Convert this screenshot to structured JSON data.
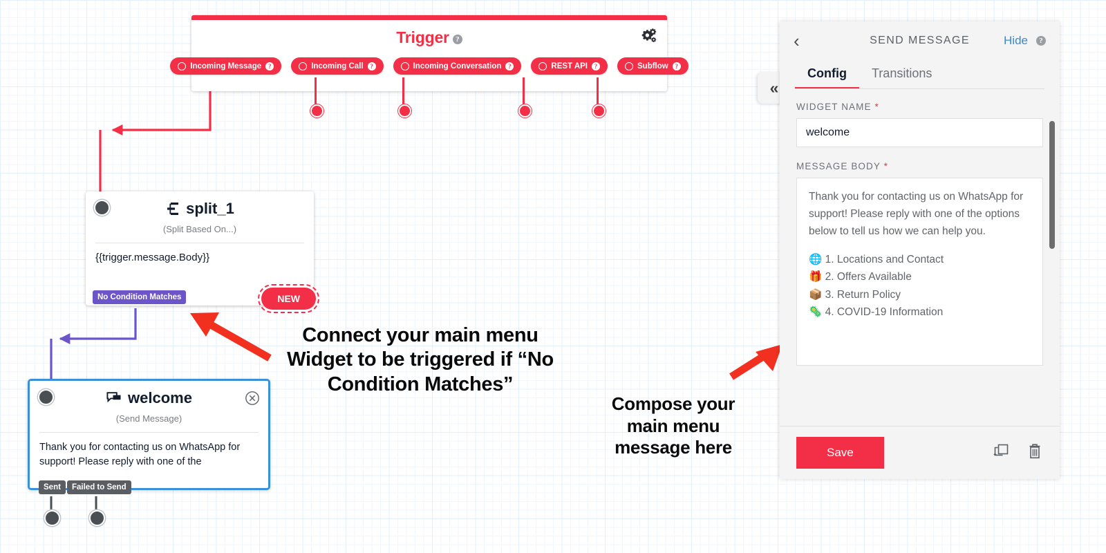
{
  "trigger": {
    "title": "Trigger",
    "help_icon": "help-icon",
    "gear_icon": "gear-icon",
    "pills": [
      {
        "label": "Incoming Message"
      },
      {
        "label": "Incoming Call"
      },
      {
        "label": "Incoming Conversation"
      },
      {
        "label": "REST API"
      },
      {
        "label": "Subflow"
      }
    ]
  },
  "split_widget": {
    "title": "split_1",
    "subtitle": "(Split Based On...)",
    "body": "{{trigger.message.Body}}",
    "transition_label": "No Condition Matches",
    "new_button": "NEW"
  },
  "welcome_widget": {
    "title": "welcome",
    "subtitle": "(Send Message)",
    "body": "Thank you for contacting us on WhatsApp for support! Please reply with one of the",
    "transitions": [
      "Sent",
      "Failed to Send"
    ]
  },
  "annotations": [
    "Connect your main menu Widget to be triggered if “No Condition Matches”",
    "Compose your main menu message here"
  ],
  "panel": {
    "back_icon": "chevron-left-icon",
    "title": "SEND MESSAGE",
    "hide_label": "Hide",
    "hide_help_icon": "help-icon",
    "collapse_icon": "double-chevron-left-icon",
    "tabs": [
      {
        "label": "Config",
        "active": true
      },
      {
        "label": "Transitions",
        "active": false
      }
    ],
    "widget_name_label": "WIDGET NAME",
    "widget_name_value": "welcome",
    "message_body_label": "MESSAGE BODY",
    "message_body_paragraph": "Thank you for contacting us on WhatsApp for support! Please reply with one of the options below to tell us how we can help you.",
    "message_body_options": [
      {
        "emoji": "🌐",
        "text": "1. Locations and Contact"
      },
      {
        "emoji": "🎁",
        "text": "2. Offers Available"
      },
      {
        "emoji": "📦",
        "text": "3. Return Policy"
      },
      {
        "emoji": "🦠",
        "text": "4. COVID-19 Information"
      }
    ],
    "save_label": "Save",
    "duplicate_icon": "duplicate-icon",
    "delete_icon": "trash-icon",
    "required_mark": "*"
  },
  "colors": {
    "brand_red": "#f22f46",
    "purple": "#6b55c9",
    "blue": "#3a91d9",
    "gray": "#5a5e63",
    "link_blue": "#3a87d1"
  }
}
